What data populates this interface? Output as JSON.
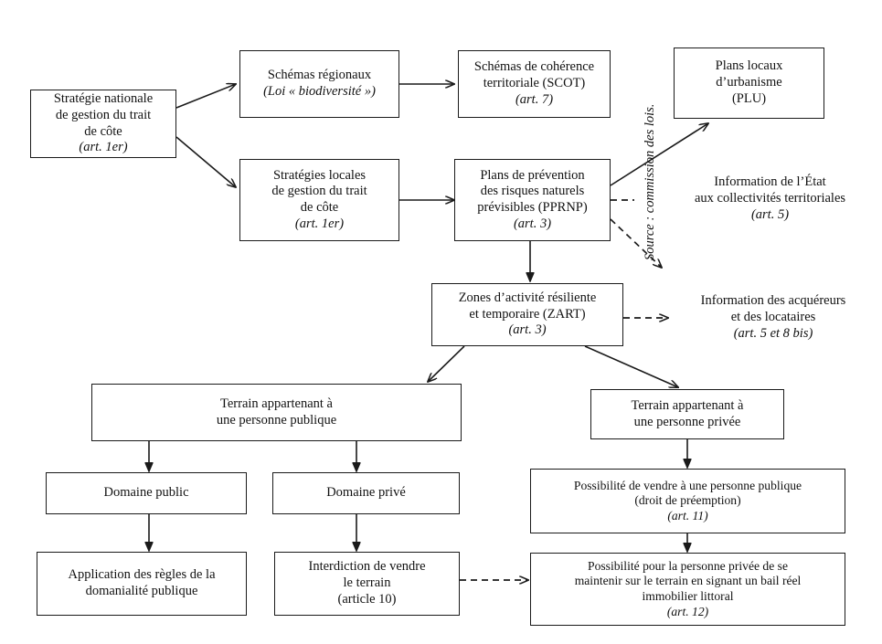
{
  "diagram": {
    "source_note": "Source : commission des lois.",
    "nodes": [
      {
        "id": "strategie-nationale",
        "lines": [
          "Stratégie nationale",
          "de gestion du trait",
          "de côte"
        ],
        "ref": "(art. 1er)"
      },
      {
        "id": "schemas-regionaux",
        "lines": [
          "Schémas régionaux"
        ],
        "ref": "(Loi « biodiversité »)"
      },
      {
        "id": "scot",
        "lines": [
          "Schémas de cohérence",
          "territoriale (SCOT)"
        ],
        "ref": "(art. 7)"
      },
      {
        "id": "plu",
        "lines": [
          "Plans locaux",
          "d’urbanisme",
          "(PLU)"
        ],
        "ref": ""
      },
      {
        "id": "strategies-locales",
        "lines": [
          "Stratégies locales",
          "de gestion du trait",
          "de côte"
        ],
        "ref": "(art. 1er)"
      },
      {
        "id": "pprnp",
        "lines": [
          "Plans de prévention",
          "des risques naturels",
          "prévisibles (PPRNP)"
        ],
        "ref": "(art. 3)"
      },
      {
        "id": "zart",
        "lines": [
          "Zones d’activité résiliente",
          "et temporaire (ZART)"
        ],
        "ref": "(art. 3)"
      },
      {
        "id": "terrain-public",
        "lines": [
          "Terrain appartenant à",
          "une personne publique"
        ],
        "ref": ""
      },
      {
        "id": "terrain-prive",
        "lines": [
          "Terrain appartenant à",
          "une personne privée"
        ],
        "ref": ""
      },
      {
        "id": "domaine-public",
        "lines": [
          "Domaine public"
        ],
        "ref": ""
      },
      {
        "id": "domaine-prive",
        "lines": [
          "Domaine privé"
        ],
        "ref": ""
      },
      {
        "id": "vendre-personne-publique",
        "lines": [
          "Possibilité de vendre à une personne publique",
          "(droit de préemption)"
        ],
        "ref": "(art. 11)"
      },
      {
        "id": "domanialite-publique",
        "lines": [
          "Application des règles de la",
          "domanialité publique"
        ],
        "ref": ""
      },
      {
        "id": "interdiction-vendre",
        "lines": [
          "Interdiction de vendre",
          "le terrain",
          "(article 10)"
        ],
        "ref": ""
      },
      {
        "id": "bail-reel-immobilier",
        "lines": [
          "Possibilité pour la personne privée de se",
          "maintenir sur le terrain en signant un bail réel",
          "immobilier littoral"
        ],
        "ref": "(art. 12)"
      }
    ],
    "annotations": [
      {
        "id": "information-etat",
        "lines": [
          "Information de l’État",
          "aux collectivités territoriales"
        ],
        "ref": "(art. 5)"
      },
      {
        "id": "information-acquereurs",
        "lines": [
          "Information des acquéreurs",
          "et des locataires"
        ],
        "ref": "(art. 5 et 8 bis)"
      }
    ]
  }
}
